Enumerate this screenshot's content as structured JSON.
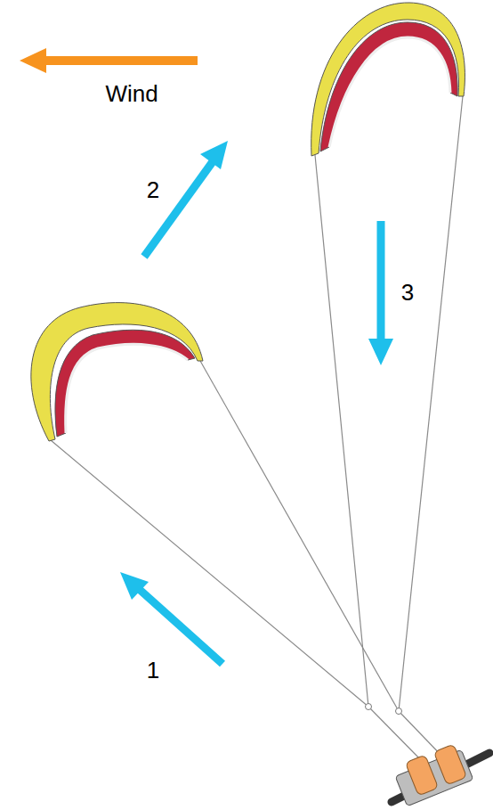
{
  "diagram": {
    "labels": [
      "Wind",
      "2",
      "3",
      "1"
    ]
  }
}
